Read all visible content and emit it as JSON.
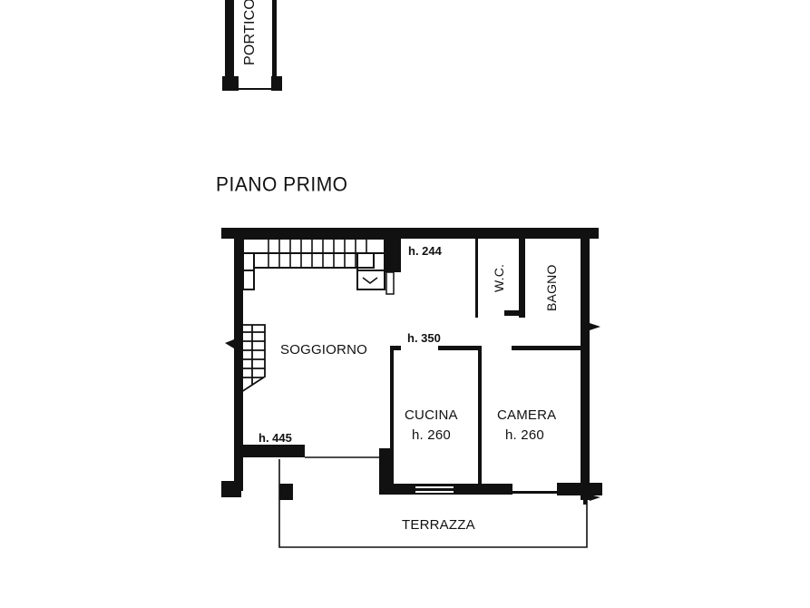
{
  "title": "PIANO PRIMO",
  "top_fragment": {
    "label": "PORTICO"
  },
  "rooms": [
    {
      "id": "soggiorno",
      "name": "SOGGIORNO",
      "height": ""
    },
    {
      "id": "cucina",
      "name": "CUCINA",
      "height": "h. 260"
    },
    {
      "id": "camera",
      "name": "CAMERA",
      "height": "h. 260"
    },
    {
      "id": "wc",
      "name": "W.C.",
      "height": ""
    },
    {
      "id": "bagno",
      "name": "BAGNO",
      "height": ""
    },
    {
      "id": "terrazza",
      "name": "TERRAZZA",
      "height": ""
    }
  ],
  "height_annotations": [
    {
      "id": "h-stair-top",
      "text": "h. 244"
    },
    {
      "id": "h-hall",
      "text": "h. 350"
    },
    {
      "id": "h-soggiorno",
      "text": "h. 445"
    }
  ],
  "colors": {
    "wall": "#111111",
    "background": "#ffffff"
  }
}
